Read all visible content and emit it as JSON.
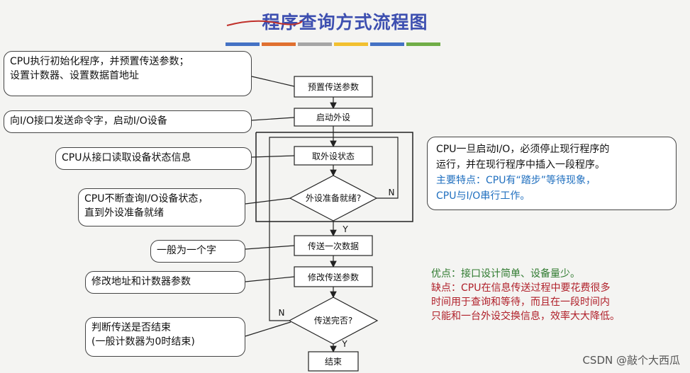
{
  "title": "程序查询方式流程图",
  "color_bar": [
    "#4472c4",
    "#e07030",
    "#a5a5a5",
    "#f2c030",
    "#4472c4",
    "#70ad47"
  ],
  "flow": {
    "preset": "预置传送参数",
    "start_device": "启动外设",
    "read_status": "取外设状态",
    "device_ready": "外设准备就绪?",
    "transfer": "传送一次数据",
    "modify": "修改传送参数",
    "done": "传送完否?",
    "end": "结束",
    "yes": "Y",
    "no": "N"
  },
  "notes": {
    "init_line1": "CPU执行初始化程序，并预置传送参数；",
    "init_line2": "设置计数器、设置数据首地址",
    "command": "向I/O接口发送命令字，启动I/O设备",
    "read": "CPU从接口读取设备状态信息",
    "poll_line1": "CPU不断查询I/O设备状态，",
    "poll_line2": "直到外设准备就绪",
    "word": "一般为一个字",
    "modify": "修改地址和计数器参数",
    "judge_line1": "判断传送是否结束",
    "judge_line2": "(一般计数器为0时结束)"
  },
  "right_box": {
    "line1": "CPU一旦启动I/O，必须停止现行程序的",
    "line2": "运行，并在现行程序中插入一段程序。",
    "line3": "主要特点：CPU有“踏步”等待现象，",
    "line4": "CPU与I/O串行工作。"
  },
  "pros_cons": {
    "pros": "优点：接口设计简单、设备量少。",
    "cons_line1": "缺点：CPU在信息传送过程中要花费很多",
    "cons_line2": "时间用于查询和等待，而且在一段时间内",
    "cons_line3": "只能和一台外设交换信息，效率大大降低。"
  },
  "watermark": "CSDN @敲个大西瓜",
  "colors": {
    "title": "#3d4fb0",
    "highlight": "#1f6fbf",
    "pros": "#2f7a2f",
    "cons": "#b0202a"
  }
}
